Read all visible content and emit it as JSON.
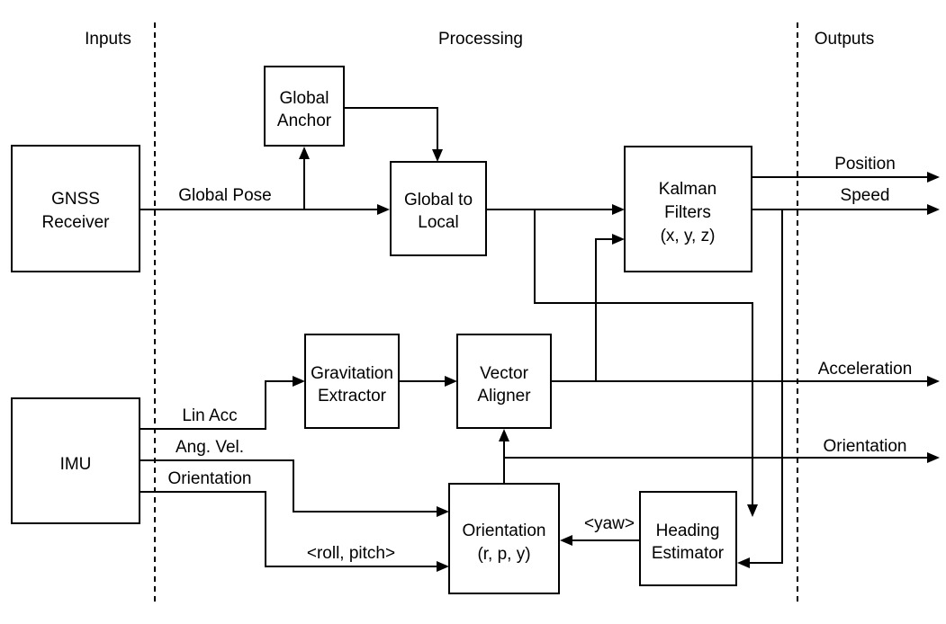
{
  "columns": {
    "inputs": "Inputs",
    "processing": "Processing",
    "outputs": "Outputs"
  },
  "blocks": {
    "gnss": [
      "GNSS",
      "Receiver"
    ],
    "imu": [
      "IMU"
    ],
    "global_anchor": [
      "Global",
      "Anchor"
    ],
    "global_to_local": [
      "Global to",
      "Local"
    ],
    "kalman": [
      "Kalman",
      "Filters",
      "(x, y, z)"
    ],
    "gravitation": [
      "Gravitation",
      "Extractor"
    ],
    "vector_aligner": [
      "Vector",
      "Aligner"
    ],
    "orientation_block": [
      "Orientation",
      "(r, p, y)"
    ],
    "heading": [
      "Heading",
      "Estimator"
    ]
  },
  "signals": {
    "global_pose": "Global Pose",
    "lin_acc": "Lin Acc",
    "ang_vel": "Ang. Vel.",
    "orientation_in": "Orientation",
    "roll_pitch": "<roll, pitch>",
    "yaw": "<yaw>"
  },
  "outputs": {
    "position": "Position",
    "speed": "Speed",
    "acceleration": "Acceleration",
    "orientation": "Orientation"
  },
  "colors": {
    "stroke": "#000000",
    "fill": "#ffffff"
  }
}
